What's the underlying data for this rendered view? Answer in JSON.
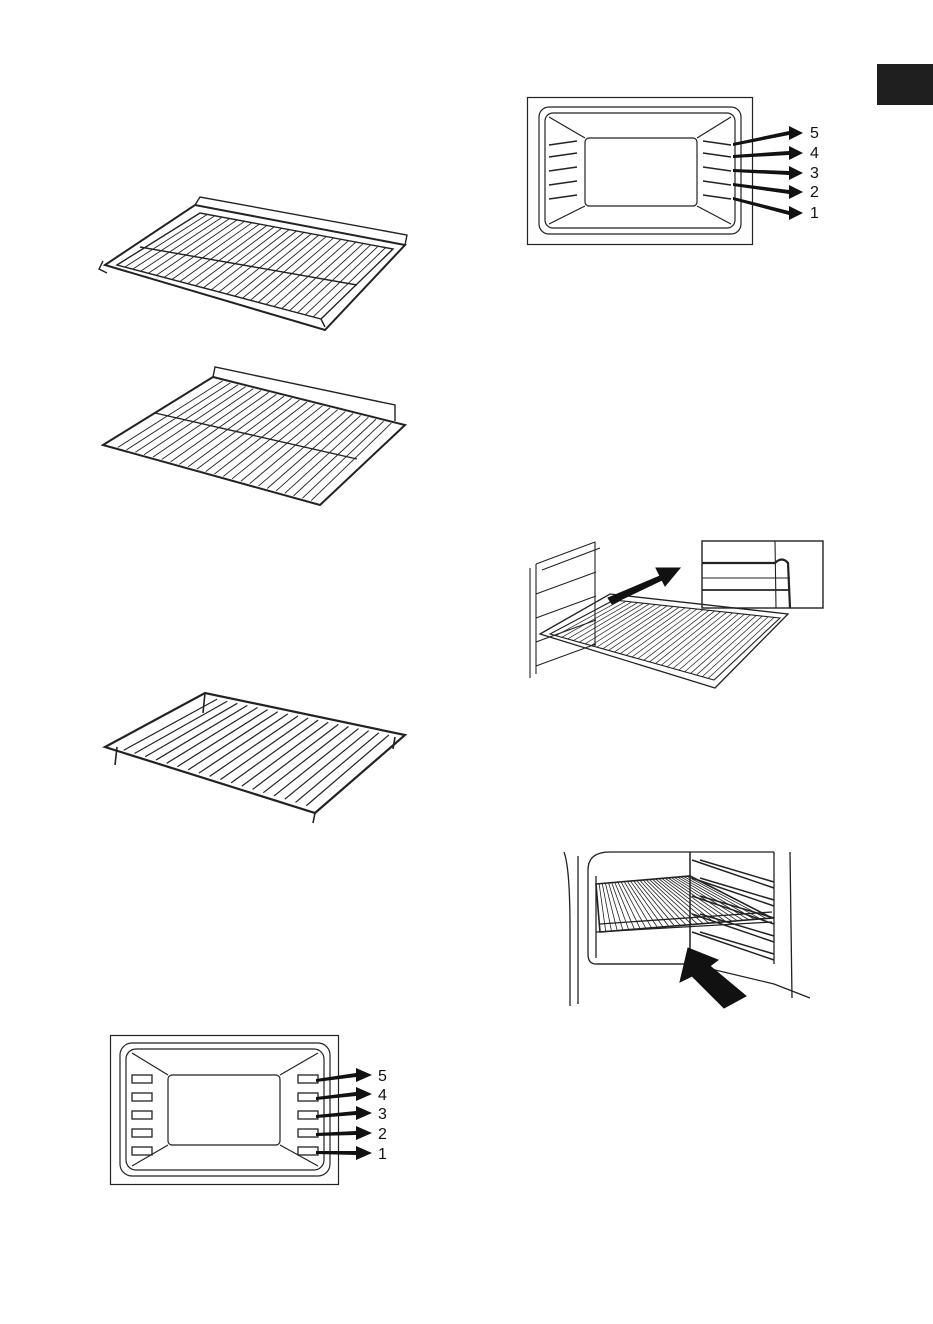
{
  "page": {
    "background": "#ffffff",
    "ink": "#222222",
    "tab_color": "#1f1f1f"
  },
  "top_levels": {
    "labels": [
      "5",
      "4",
      "3",
      "2",
      "1"
    ]
  },
  "bottom_levels": {
    "labels": [
      "5",
      "4",
      "3",
      "2",
      "1"
    ]
  }
}
